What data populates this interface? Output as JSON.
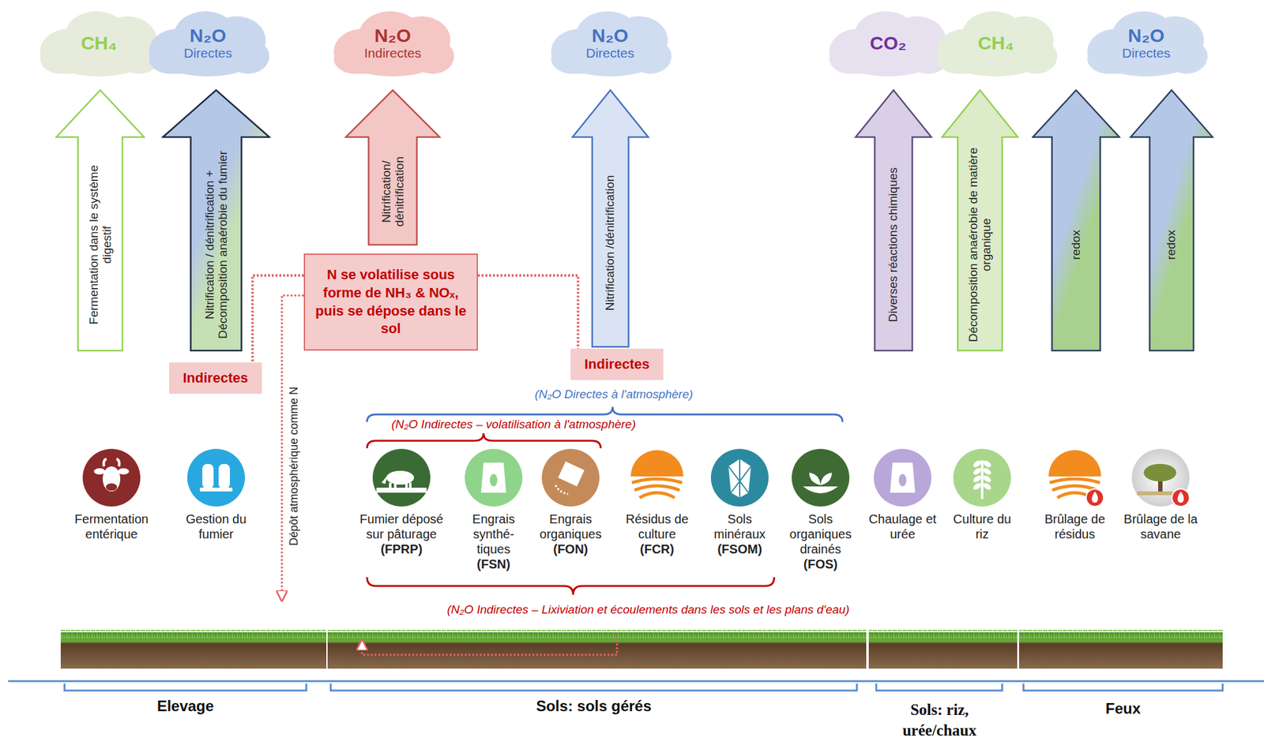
{
  "diagram": {
    "nodes": [
      {
        "text": [
          "CH₄"
        ]
      },
      {
        "text": [
          "N₂O",
          "Directes"
        ]
      },
      {
        "text": [
          "N₂O",
          "Indirectes"
        ]
      },
      {
        "text": [
          "N₂O",
          "Directes"
        ]
      },
      {
        "text": [
          "CO₂"
        ]
      },
      {
        "text": [
          "CH₄"
        ]
      },
      {
        "text": [
          "N₂O",
          "Directes"
        ]
      },
      {
        "text": [
          "Fermentation dans le système digestif"
        ]
      },
      {
        "text": [
          "Nitrification / dénitrification + Décomposition anaérobie du fumier"
        ]
      },
      {
        "text": [
          "Nitrification/ dénitrification"
        ]
      },
      {
        "text": [
          "Nitrification /dénitrification"
        ]
      },
      {
        "text": [
          "Diverses réactions chimiques"
        ]
      },
      {
        "text": [
          "Décomposition anaérobie de matière organique"
        ]
      },
      {
        "text": [
          "redox"
        ]
      },
      {
        "text": [
          "redox"
        ]
      },
      {
        "text": [
          "N se volatilise sous forme de NH₃ & NOₓ, puis se dépose dans le sol"
        ]
      },
      {
        "text": [
          "Indirectes"
        ]
      },
      {
        "text": [
          "Indirectes"
        ]
      },
      {
        "text": [
          "Fermentation entérique"
        ]
      },
      {
        "text": [
          "Gestion du fumier"
        ]
      },
      {
        "text": [
          "Fumier déposé sur pâturage",
          "(FPRP)"
        ]
      },
      {
        "text": [
          "Engrais synthé-tiques",
          "(FSN)"
        ]
      },
      {
        "text": [
          "Engrais organiques",
          "(FON)"
        ]
      },
      {
        "text": [
          "Résidus de culture",
          "(FCR)"
        ]
      },
      {
        "text": [
          "Sols minéraux",
          "(FSOM)"
        ]
      },
      {
        "text": [
          "Sols organiques drainés",
          "(FOS)"
        ]
      },
      {
        "text": [
          "Chaulage et urée"
        ]
      },
      {
        "text": [
          "Culture du riz"
        ]
      },
      {
        "text": [
          "Brûlage de résidus"
        ]
      },
      {
        "text": [
          "Brûlage de la savane"
        ]
      }
    ],
    "edges": [
      {
        "from": 15,
        "to": 16,
        "arrow": "none"
      },
      {
        "from": 15,
        "to": 17,
        "arrow": "none"
      }
    ],
    "labels": [
      "Dépôt atmosphérique comme N",
      "(N₂O Directes à l'atmosphère)",
      "(N₂O Indirectes – volatilisation à l'atmosphère)",
      "(N₂O Indirectes – Lixiviation et écoulements dans les sols et les plans d'eau)",
      "Elevage",
      "Sols: sols gérés",
      "Sols: riz, urée/chaux",
      "Feux"
    ]
  }
}
